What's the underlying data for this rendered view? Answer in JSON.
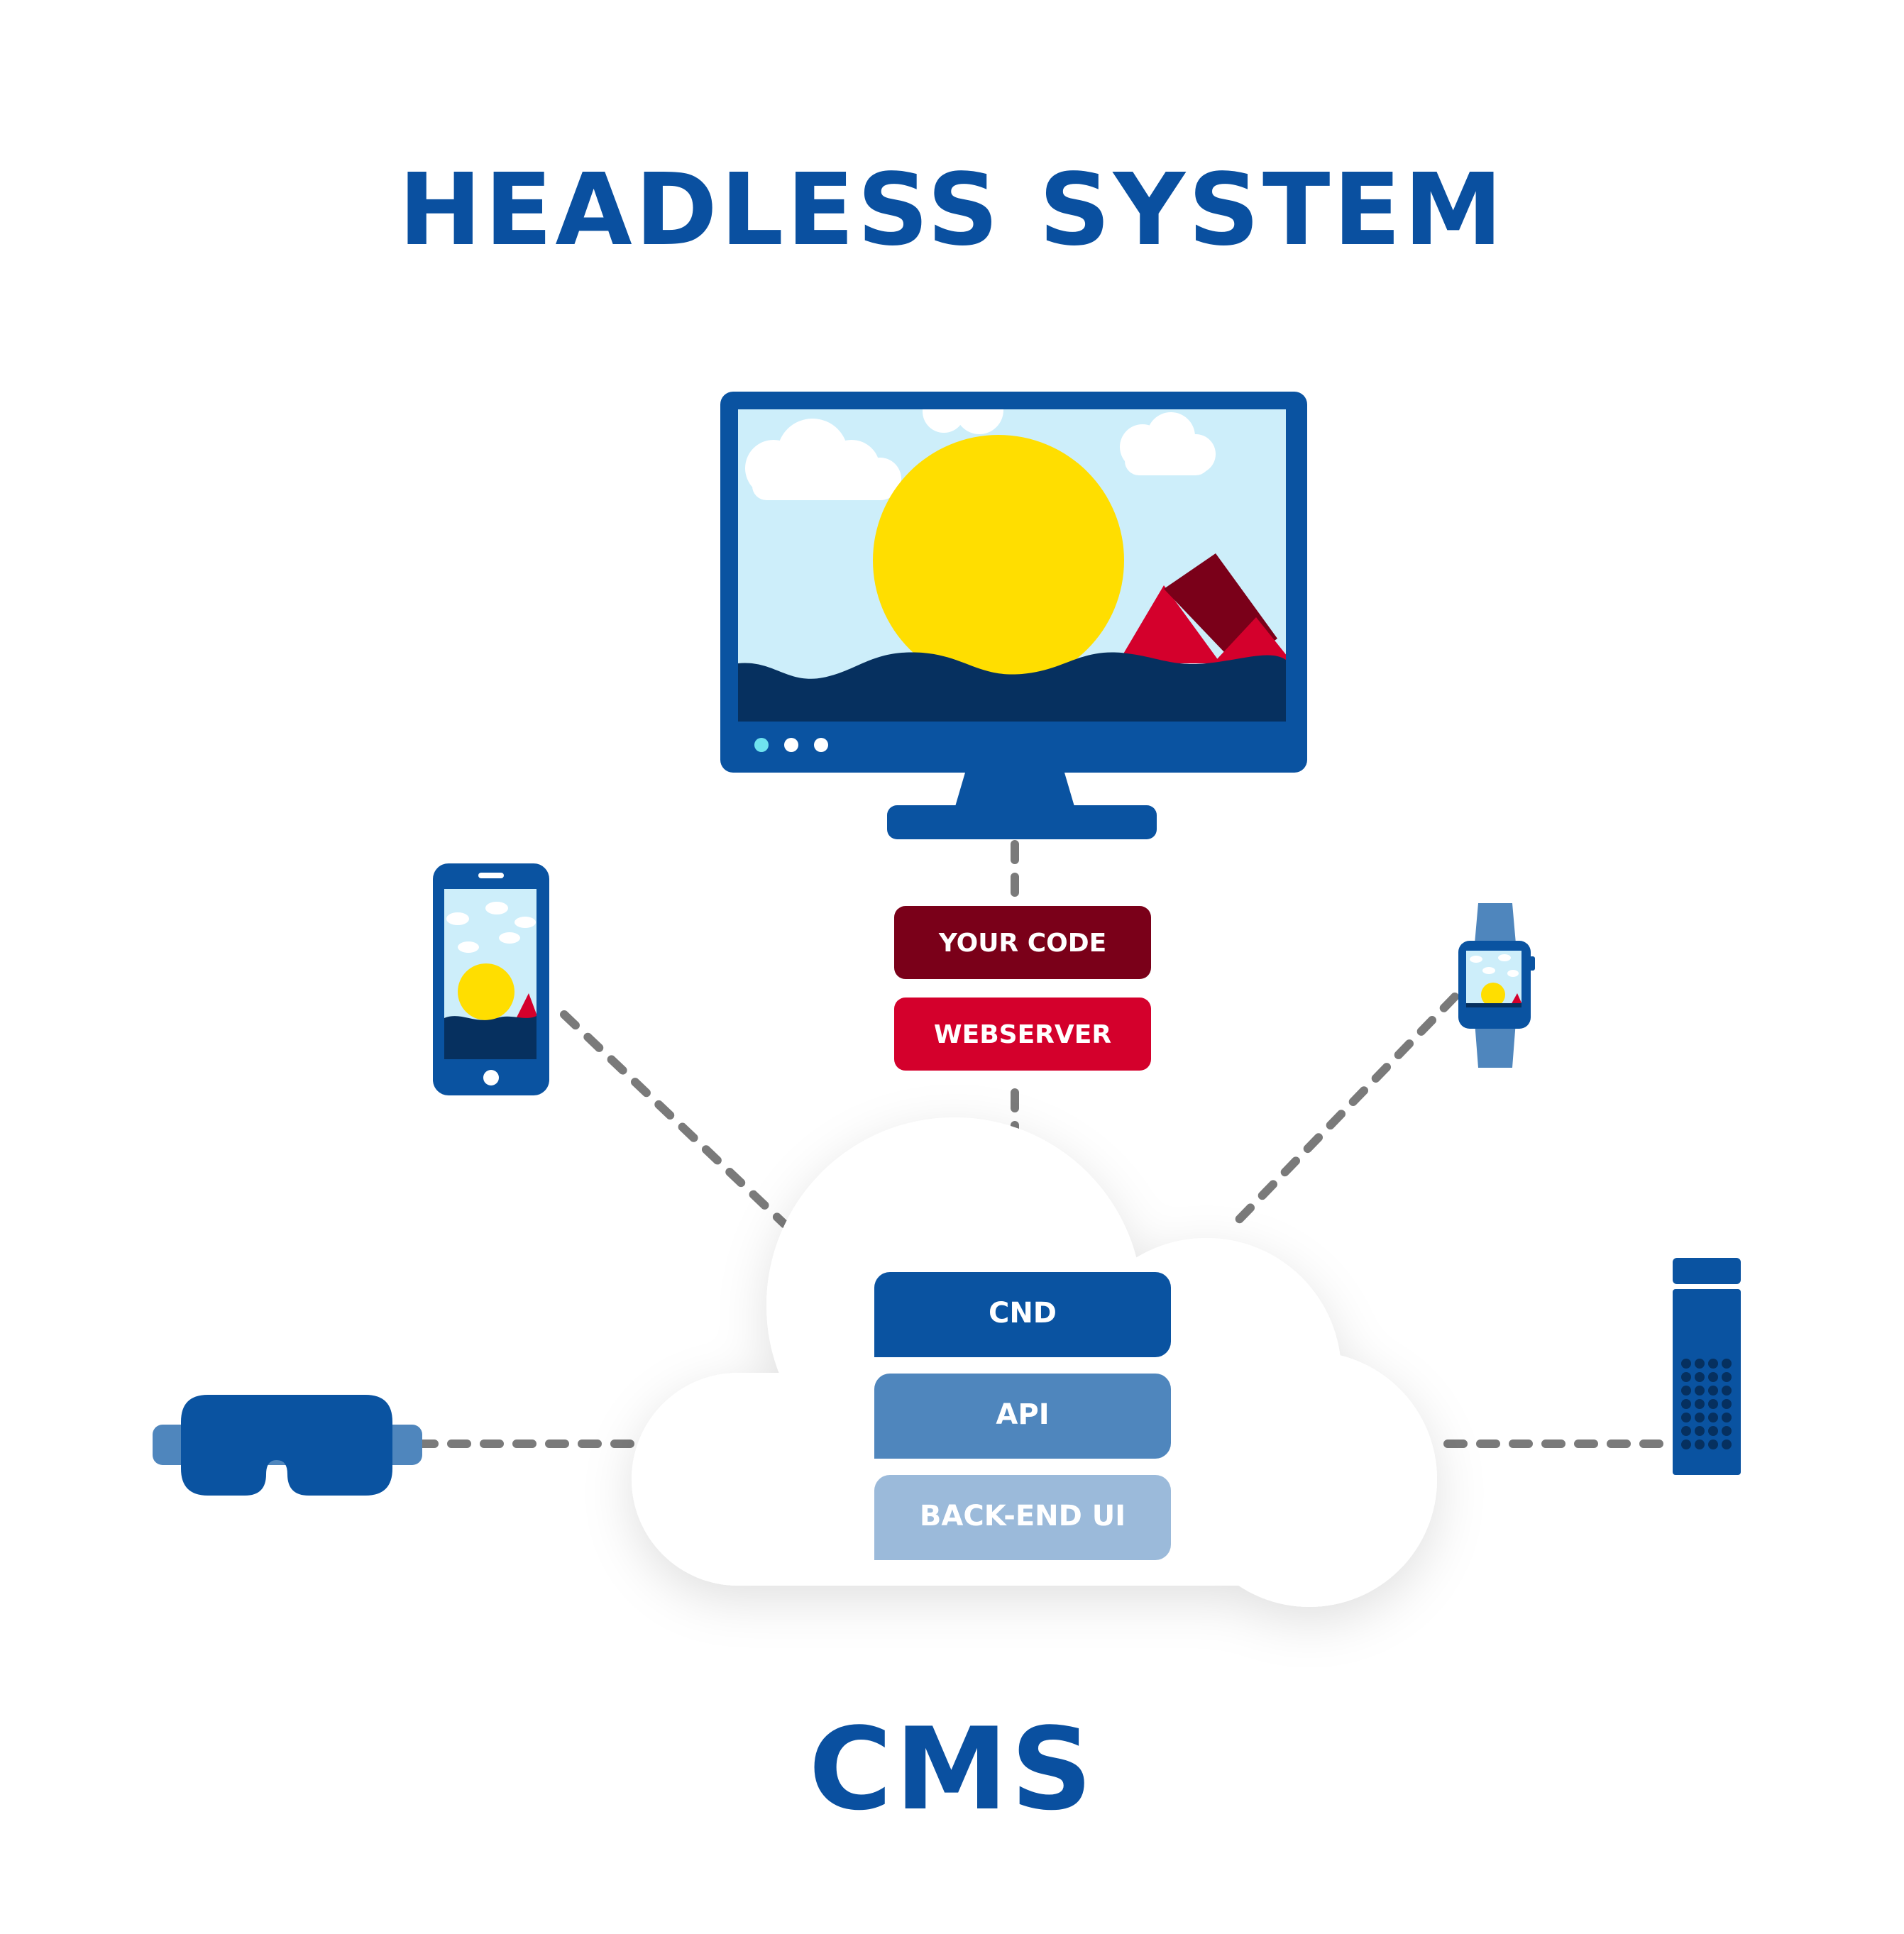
{
  "title": "HEADLESS SYSTEM",
  "subtitle": "CMS",
  "server_stack": {
    "your_code": "YOUR CODE",
    "webserver": "WEBSERVER"
  },
  "cms_stack": {
    "cnd": "CND",
    "api": "API",
    "backend_ui": "BACK-END UI"
  },
  "devices": [
    "desktop-monitor-icon",
    "smartphone-icon",
    "smartwatch-icon",
    "vr-headset-icon",
    "smart-speaker-icon"
  ],
  "colors": {
    "title": "#0a50a0",
    "primary_blue": "#0a53a1",
    "your_code": "#7a0019",
    "webserver": "#d4002c",
    "api": "#4f86bd",
    "backend_ui": "#9bbada",
    "sky": "#cdeefa",
    "sun": "#ffde00",
    "sea": "#06305f",
    "mountain_red": "#d4002c",
    "mountain_dark": "#7a0019",
    "dashes": "#7a7a7a"
  }
}
